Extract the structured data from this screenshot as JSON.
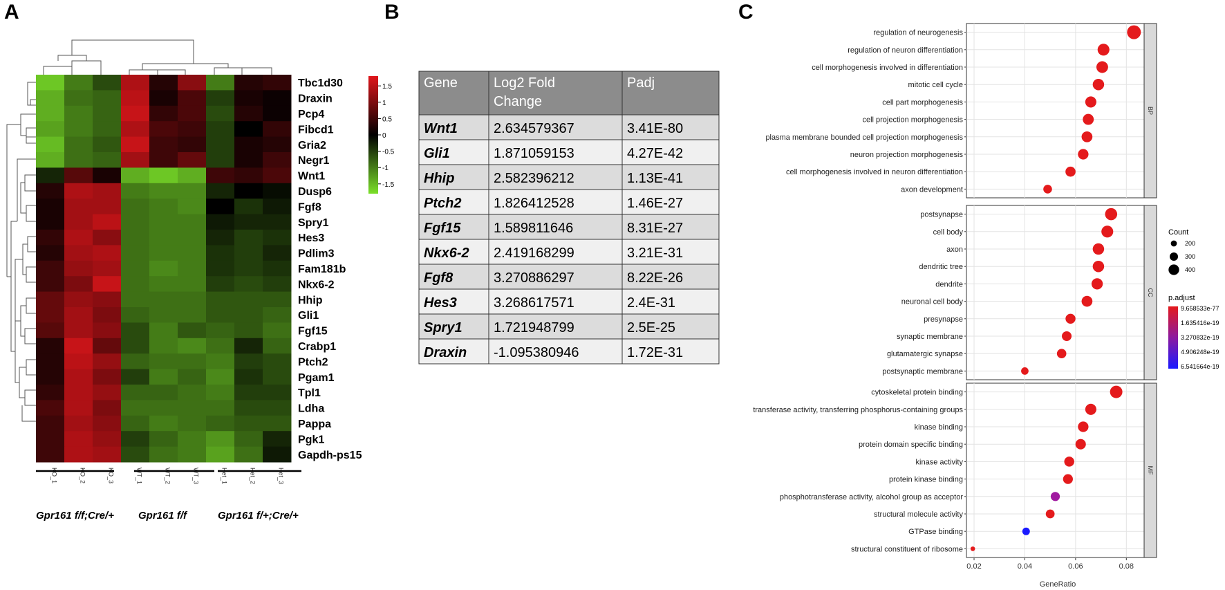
{
  "panels": {
    "a": "A",
    "b": "B",
    "c": "C"
  },
  "colors": {
    "high": "#e0161b",
    "mid": "#000000",
    "low": "#7be02a",
    "table_header": "#8c8c8c",
    "row_even": "#dcdcdc",
    "row_odd": "#f0f0f0"
  },
  "chart_data": [
    {
      "type": "heatmap",
      "rows": [
        "Tbc1d30",
        "Draxin",
        "Pcp4",
        "Fibcd1",
        "Gria2",
        "Negr1",
        "Wnt1",
        "Dusp6",
        "Fgf8",
        "Spry1",
        "Hes3",
        "Pdlim3",
        "Fam181b",
        "Nkx6-2",
        "Hhip",
        "Gli1",
        "Fgf15",
        "Crabp1",
        "Ptch2",
        "Pgam1",
        "Tpl1",
        "Ldha",
        "Pappa",
        "Pgk1",
        "Gapdh-ps15"
      ],
      "columns": [
        "KO_1",
        "KO_2",
        "KO_3",
        "WT_1",
        "WT_2",
        "WT_3",
        "Het_1",
        "Het_2",
        "Het_3"
      ],
      "groups": [
        {
          "label": "Gpr161 f/f;Cre/+",
          "columns": [
            "KO_1",
            "KO_2",
            "KO_3"
          ]
        },
        {
          "label": "Gpr161 f/f",
          "columns": [
            "WT_1",
            "WT_2",
            "WT_3"
          ]
        },
        {
          "label": "Gpr161 f/+;Cre/+",
          "columns": [
            "Het_1",
            "Het_2",
            "Het_3"
          ]
        }
      ],
      "values": [
        [
          -1.6,
          -1.0,
          -0.6,
          1.4,
          0.3,
          1.1,
          -1.0,
          0.3,
          0.4
        ],
        [
          -1.4,
          -0.9,
          -0.8,
          1.5,
          0.2,
          0.6,
          -0.5,
          0.2,
          0.1
        ],
        [
          -1.4,
          -1.0,
          -0.8,
          1.6,
          0.4,
          0.6,
          -0.6,
          0.3,
          0.1
        ],
        [
          -1.3,
          -1.0,
          -0.8,
          1.4,
          0.6,
          0.5,
          -0.5,
          0.0,
          0.4
        ],
        [
          -1.5,
          -0.9,
          -0.7,
          1.6,
          0.5,
          0.4,
          -0.5,
          0.2,
          0.3
        ],
        [
          -1.4,
          -0.9,
          -0.8,
          1.3,
          0.5,
          0.8,
          -0.5,
          0.2,
          0.5
        ],
        [
          -0.3,
          0.7,
          0.2,
          -1.4,
          -1.6,
          -1.4,
          0.5,
          0.4,
          0.6
        ],
        [
          0.3,
          1.4,
          1.3,
          -1.0,
          -1.1,
          -1.1,
          -0.3,
          0.0,
          -0.1
        ],
        [
          0.2,
          1.3,
          1.3,
          -0.9,
          -1.0,
          -1.1,
          0.0,
          -0.4,
          -0.2
        ],
        [
          0.2,
          1.3,
          1.5,
          -0.9,
          -1.0,
          -1.0,
          -0.2,
          -0.3,
          -0.3
        ],
        [
          0.4,
          1.4,
          1.1,
          -0.9,
          -1.0,
          -1.0,
          -0.3,
          -0.5,
          -0.4
        ],
        [
          0.3,
          1.3,
          1.4,
          -0.9,
          -1.0,
          -1.0,
          -0.4,
          -0.5,
          -0.3
        ],
        [
          0.5,
          1.2,
          1.3,
          -0.9,
          -1.1,
          -1.0,
          -0.4,
          -0.5,
          -0.4
        ],
        [
          0.5,
          1.0,
          1.6,
          -0.9,
          -1.0,
          -1.0,
          -0.5,
          -0.6,
          -0.5
        ],
        [
          0.8,
          1.2,
          1.1,
          -0.9,
          -0.9,
          -0.9,
          -0.7,
          -0.7,
          -0.7
        ],
        [
          0.8,
          1.3,
          1.0,
          -0.8,
          -0.9,
          -0.9,
          -0.7,
          -0.7,
          -0.8
        ],
        [
          0.7,
          1.3,
          1.1,
          -0.6,
          -1.0,
          -0.7,
          -0.8,
          -0.7,
          -0.9
        ],
        [
          0.3,
          1.6,
          0.8,
          -0.6,
          -1.0,
          -1.1,
          -0.9,
          -0.3,
          -0.8
        ],
        [
          0.3,
          1.5,
          1.2,
          -0.8,
          -0.9,
          -0.9,
          -1.0,
          -0.5,
          -0.6
        ],
        [
          0.3,
          1.4,
          1.0,
          -0.5,
          -1.0,
          -0.8,
          -1.1,
          -0.4,
          -0.6
        ],
        [
          0.4,
          1.4,
          1.2,
          -0.8,
          -0.8,
          -0.9,
          -1.0,
          -0.5,
          -0.5
        ],
        [
          0.6,
          1.4,
          1.0,
          -0.9,
          -0.9,
          -0.9,
          -0.9,
          -0.6,
          -0.6
        ],
        [
          0.5,
          1.3,
          1.1,
          -0.8,
          -1.0,
          -0.9,
          -0.8,
          -0.7,
          -0.7
        ],
        [
          0.5,
          1.4,
          1.2,
          -0.5,
          -0.8,
          -1.0,
          -1.2,
          -0.8,
          -0.3
        ],
        [
          0.5,
          1.4,
          1.3,
          -0.6,
          -0.9,
          -1.0,
          -1.3,
          -0.9,
          -0.2
        ]
      ],
      "color_scale": {
        "ticks": [
          "1.5",
          "1",
          "0.5",
          "0",
          "-0.5",
          "-1",
          "-1.5"
        ],
        "min": -1.8,
        "max": 1.8
      }
    },
    {
      "type": "table",
      "columns": [
        "Gene",
        "Log2 Fold Change",
        "Padj"
      ],
      "header_lines": [
        [
          "Gene"
        ],
        [
          "Log2 Fold",
          "Change"
        ],
        [
          "Padj"
        ]
      ],
      "rows": [
        [
          "Wnt1",
          "2.634579367",
          "3.41E-80"
        ],
        [
          "Gli1",
          "1.871059153",
          "4.27E-42"
        ],
        [
          "Hhip",
          "2.582396212",
          "1.13E-41"
        ],
        [
          "Ptch2",
          "1.826412528",
          "1.46E-27"
        ],
        [
          "Fgf15",
          "1.589811646",
          "8.31E-27"
        ],
        [
          "Nkx6-2",
          "2.419168299",
          "3.21E-31"
        ],
        [
          "Fgf8",
          "3.270886297",
          "8.22E-26"
        ],
        [
          "Hes3",
          "3.268617571",
          "2.4E-31"
        ],
        [
          "Spry1",
          "1.721948799",
          "2.5E-25"
        ],
        [
          "Draxin",
          "-1.095380946",
          "1.72E-31"
        ]
      ]
    },
    {
      "type": "scatter",
      "xlabel": "GeneRatio",
      "xlim": [
        0.017,
        0.087
      ],
      "xticks": [
        "0.02",
        "0.04",
        "0.06",
        "0.08"
      ],
      "xtick_values": [
        0.02,
        0.04,
        0.06,
        0.08
      ],
      "grid": true,
      "facets": [
        {
          "name": "BP",
          "terms": [
            {
              "label": "regulation of neurogenesis",
              "x": 0.083,
              "count": 420,
              "color": "#e41a1c"
            },
            {
              "label": "regulation of neuron differentiation",
              "x": 0.071,
              "count": 350,
              "color": "#e41a1c"
            },
            {
              "label": "cell morphogenesis involved in differentiation",
              "x": 0.0705,
              "count": 345,
              "color": "#e41a1c"
            },
            {
              "label": "mitotic cell cycle",
              "x": 0.069,
              "count": 335,
              "color": "#e41a1c"
            },
            {
              "label": "cell part morphogenesis",
              "x": 0.066,
              "count": 325,
              "color": "#e41a1c"
            },
            {
              "label": "cell projection morphogenesis",
              "x": 0.065,
              "count": 320,
              "color": "#e41a1c"
            },
            {
              "label": "plasma membrane bounded cell projection morphogenesis",
              "x": 0.0645,
              "count": 315,
              "color": "#e41a1c"
            },
            {
              "label": "neuron projection morphogenesis",
              "x": 0.063,
              "count": 305,
              "color": "#e41a1c"
            },
            {
              "label": "cell morphogenesis involved in neuron differentiation",
              "x": 0.058,
              "count": 290,
              "color": "#e41a1c"
            },
            {
              "label": "axon development",
              "x": 0.049,
              "count": 240,
              "color": "#e41a1c"
            }
          ]
        },
        {
          "name": "CC",
          "terms": [
            {
              "label": "postsynapse",
              "x": 0.074,
              "count": 360,
              "color": "#e41a1c"
            },
            {
              "label": "cell body",
              "x": 0.0725,
              "count": 350,
              "color": "#e41a1c"
            },
            {
              "label": "axon",
              "x": 0.069,
              "count": 335,
              "color": "#e41a1c"
            },
            {
              "label": "dendritic tree",
              "x": 0.069,
              "count": 335,
              "color": "#e41a1c"
            },
            {
              "label": "dendrite",
              "x": 0.0685,
              "count": 330,
              "color": "#e41a1c"
            },
            {
              "label": "neuronal cell body",
              "x": 0.0645,
              "count": 315,
              "color": "#e41a1c"
            },
            {
              "label": "presynapse",
              "x": 0.058,
              "count": 285,
              "color": "#e41a1c"
            },
            {
              "label": "synaptic membrane",
              "x": 0.0565,
              "count": 275,
              "color": "#e41a1c"
            },
            {
              "label": "glutamatergic synapse",
              "x": 0.0545,
              "count": 265,
              "color": "#e41a1c"
            },
            {
              "label": "postsynaptic membrane",
              "x": 0.04,
              "count": 195,
              "color": "#e41a1c"
            }
          ]
        },
        {
          "name": "MF",
          "terms": [
            {
              "label": "cytoskeletal protein binding",
              "x": 0.076,
              "count": 370,
              "color": "#e41a1c"
            },
            {
              "label": "transferase activity, transferring phosphorus-containing groups",
              "x": 0.066,
              "count": 325,
              "color": "#e41a1c"
            },
            {
              "label": "kinase binding",
              "x": 0.063,
              "count": 305,
              "color": "#e41a1c"
            },
            {
              "label": "protein domain specific binding",
              "x": 0.062,
              "count": 300,
              "color": "#e41a1c"
            },
            {
              "label": "kinase activity",
              "x": 0.0575,
              "count": 285,
              "color": "#e41a1c"
            },
            {
              "label": "protein kinase binding",
              "x": 0.057,
              "count": 280,
              "color": "#e41a1c"
            },
            {
              "label": "phosphotransferase activity, alcohol group as acceptor",
              "x": 0.052,
              "count": 255,
              "color": "#a01aa0"
            },
            {
              "label": "structural molecule activity",
              "x": 0.05,
              "count": 245,
              "color": "#e41a1c"
            },
            {
              "label": "GTPase binding",
              "x": 0.0405,
              "count": 200,
              "color": "#1a1aff"
            },
            {
              "label": "structural constituent of ribosome",
              "x": 0.0195,
              "count": 95,
              "color": "#e41a1c"
            }
          ]
        }
      ],
      "size_legend": {
        "title": "Count",
        "values": [
          200,
          300,
          400
        ],
        "labels": [
          "200",
          "300",
          "400"
        ]
      },
      "color_legend": {
        "title": "p.adjust",
        "labels": [
          "9.658533e-77",
          "1.635416e-19",
          "3.270832e-19",
          "4.906248e-19",
          "6.541664e-19"
        ],
        "colors": [
          "#e41a1c",
          "#c21a5a",
          "#8c1aa0",
          "#5a1ad2",
          "#1a1aff"
        ]
      }
    }
  ]
}
